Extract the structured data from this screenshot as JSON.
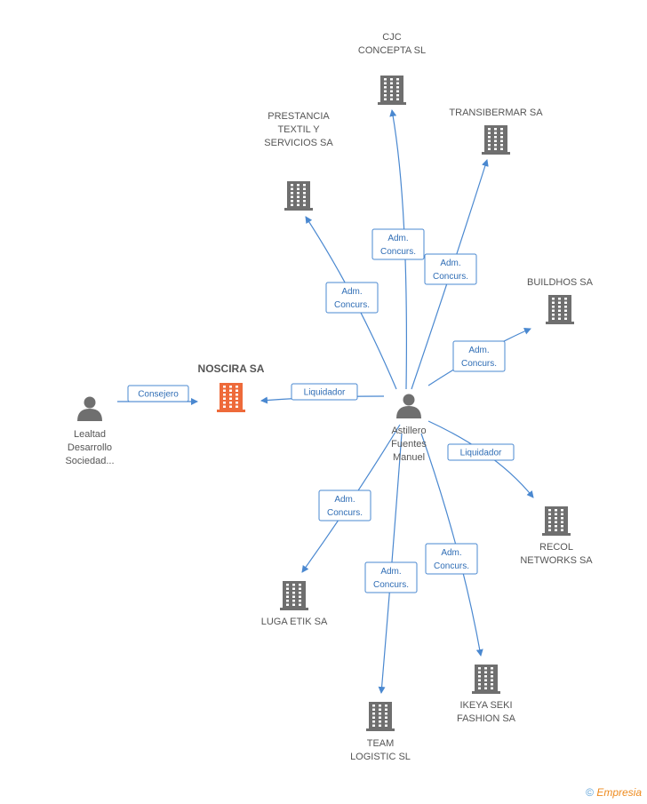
{
  "colors": {
    "company": "#6f6f6f",
    "company_main": "#ee6a3a",
    "person": "#6f6f6f",
    "edge": "#4a88d0"
  },
  "nodes": [
    {
      "id": "center",
      "type": "person",
      "lines": [
        "Astillero",
        "Fuentes",
        "Manuel"
      ]
    },
    {
      "id": "lealtad",
      "type": "person",
      "lines": [
        "Lealtad",
        "Desarrollo",
        "Sociedad..."
      ]
    },
    {
      "id": "noscira",
      "type": "company_main",
      "lines": [
        "NOSCIRA SA"
      ]
    },
    {
      "id": "cjc",
      "type": "company",
      "lines": [
        "CJC",
        "CONCEPTA SL"
      ]
    },
    {
      "id": "transibermar",
      "type": "company",
      "lines": [
        "TRANSIBERMAR SA"
      ]
    },
    {
      "id": "prestancia",
      "type": "company",
      "lines": [
        "PRESTANCIA",
        "TEXTIL Y",
        "SERVICIOS SA"
      ]
    },
    {
      "id": "buildhos",
      "type": "company",
      "lines": [
        "BUILDHOS SA"
      ]
    },
    {
      "id": "recol",
      "type": "company",
      "lines": [
        "RECOL",
        "NETWORKS SA"
      ]
    },
    {
      "id": "luga",
      "type": "company",
      "lines": [
        "LUGA ETIK SA"
      ]
    },
    {
      "id": "ikeya",
      "type": "company",
      "lines": [
        "IKEYA SEKI",
        "FASHION SA"
      ]
    },
    {
      "id": "team",
      "type": "company",
      "lines": [
        "TEAM",
        "LOGISTIC SL"
      ]
    }
  ],
  "edges": [
    {
      "from": "lealtad",
      "to": "noscira",
      "label": [
        "Consejero"
      ]
    },
    {
      "from": "center",
      "to": "noscira",
      "label": [
        "Liquidador"
      ]
    },
    {
      "from": "center",
      "to": "cjc",
      "label": [
        "Adm.",
        "Concurs."
      ]
    },
    {
      "from": "center",
      "to": "transibermar",
      "label": [
        "Adm.",
        "Concurs."
      ]
    },
    {
      "from": "center",
      "to": "prestancia",
      "label": [
        "Adm.",
        "Concurs."
      ]
    },
    {
      "from": "center",
      "to": "buildhos",
      "label": [
        "Adm.",
        "Concurs."
      ]
    },
    {
      "from": "center",
      "to": "recol",
      "label": [
        "Liquidador"
      ]
    },
    {
      "from": "center",
      "to": "luga",
      "label": [
        "Adm.",
        "Concurs."
      ]
    },
    {
      "from": "center",
      "to": "team",
      "label": [
        "Adm.",
        "Concurs."
      ]
    },
    {
      "from": "center",
      "to": "ikeya",
      "label": [
        "Adm.",
        "Concurs."
      ]
    }
  ],
  "footer": {
    "symbol": "©",
    "brand": "Empresia"
  }
}
